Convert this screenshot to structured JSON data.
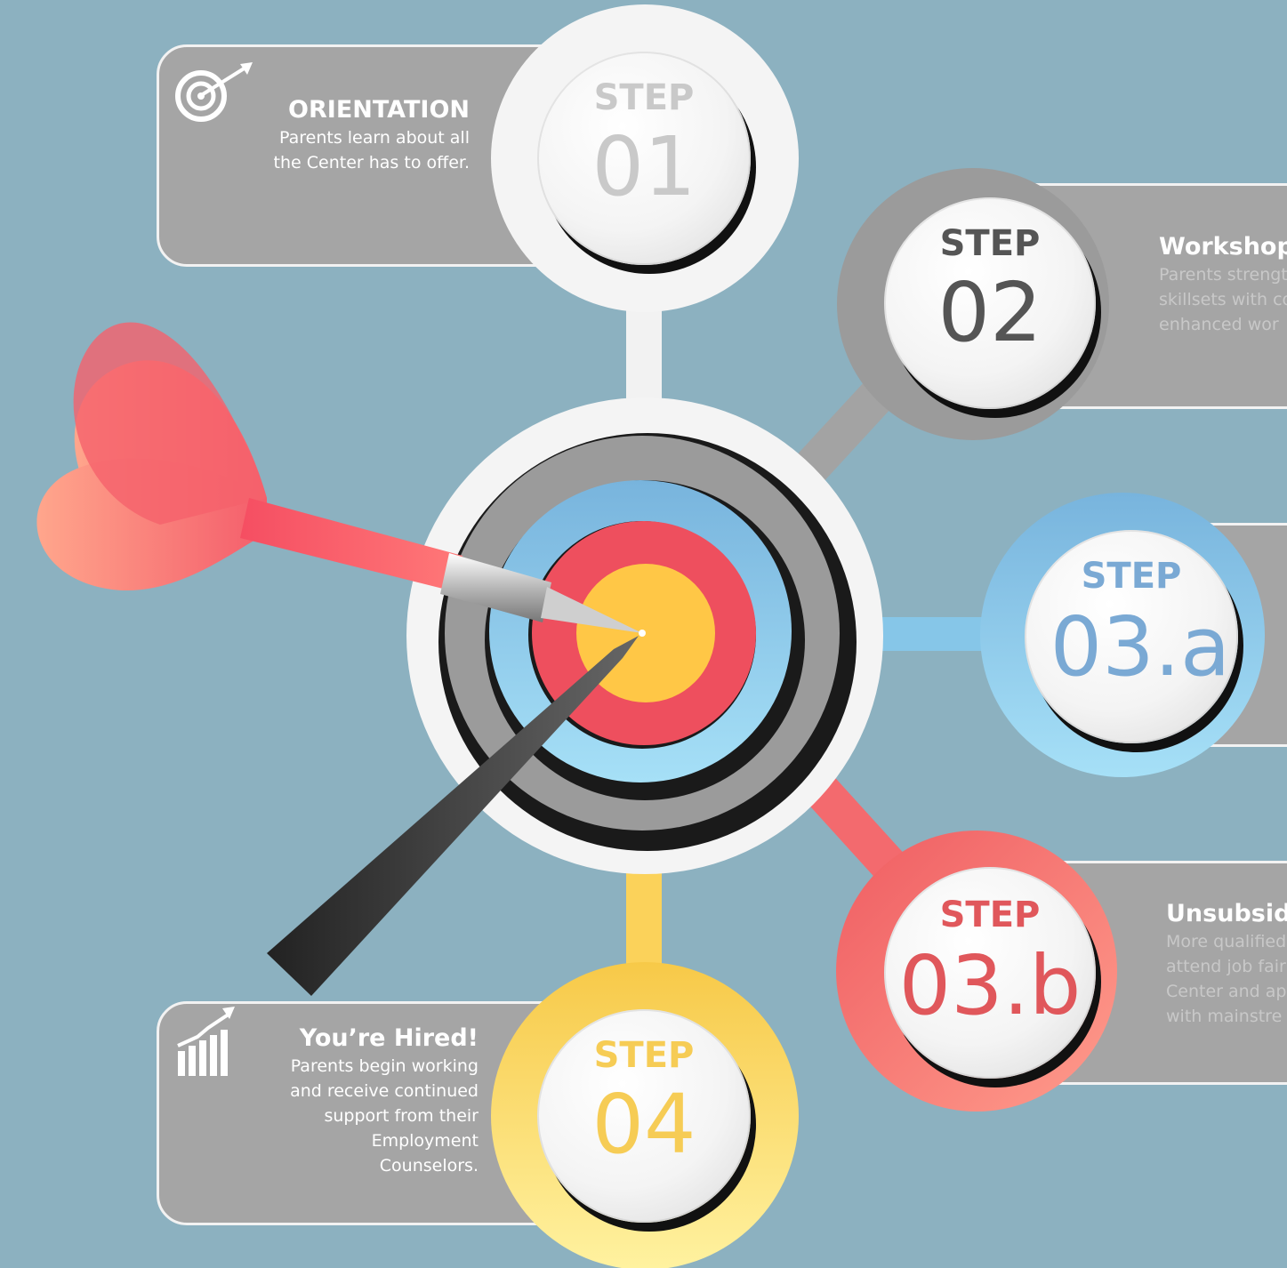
{
  "steps": [
    {
      "id": "01",
      "word": "STEP",
      "number": "01",
      "title": "ORIENTATION",
      "description": [
        "Parents learn about all",
        "the Center has to offer."
      ],
      "color": "#ffffff",
      "num_color": "#c9c9c9"
    },
    {
      "id": "02",
      "word": "STEP",
      "number": "02",
      "title": "Workshop",
      "description": [
        "Parents strengt",
        "skillsets with co",
        "enhanced wor"
      ],
      "color": "#9a9a9a",
      "num_color": "#555555"
    },
    {
      "id": "03a",
      "word": "STEP",
      "number": "03.a",
      "title": "",
      "description": [],
      "color": "#8ec6e6",
      "num_color": "#7aa9d4"
    },
    {
      "id": "03b",
      "word": "STEP",
      "number": "03.b",
      "title": "Unsubsid",
      "description": [
        "More qualified",
        "attend job fair",
        "Center and ap",
        "with mainstre"
      ],
      "color": "#f17c7c",
      "num_color": "#e0575b"
    },
    {
      "id": "04",
      "word": "STEP",
      "number": "04",
      "title": "You’re Hired!",
      "description": [
        "Parents begin working",
        "and receive continued",
        "support from their",
        "Employment",
        "Counselors."
      ],
      "color": "#fde27a",
      "num_color": "#f6cc55"
    }
  ],
  "icons": {
    "step01": "target-arrow-icon",
    "step04": "growth-chart-icon"
  },
  "colors": {
    "background": "#8cb1c0",
    "panel": "#a5a5a5",
    "dart_flight": "#f7676f",
    "bullseye": "#ffc845",
    "ring_red": "#ef5060",
    "ring_blue": "#7fc0e6",
    "ring_gray": "#9a9a9a"
  }
}
